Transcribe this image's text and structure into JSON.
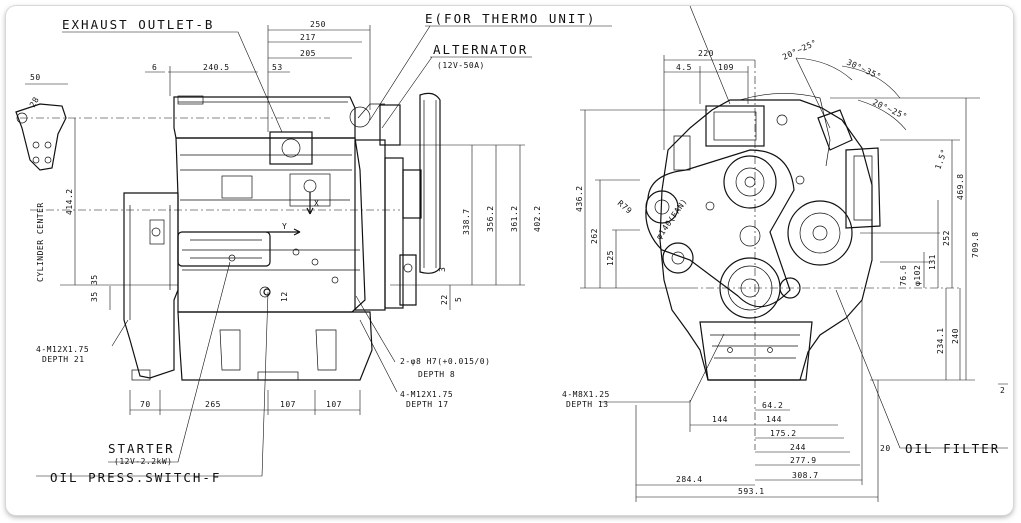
{
  "callouts": {
    "exhaust_outlet": "EXHAUST OUTLET-B",
    "thermo_unit": "E(FOR THERMO UNIT)",
    "alternator": "ALTERNATOR",
    "alternator_spec": "(12V-50A)",
    "starter": "STARTER",
    "starter_spec": "(12V-2.2kW)",
    "oil_press_switch": "OIL PRESS.SWITCH-F",
    "oil_filter": "OIL FILTER",
    "cylinder_center": "CYLINDER CENTER",
    "bolt_left": "4-M12X1.75",
    "depth_21": "DEPTH 21",
    "bolt_right": "4-M12X1.75",
    "depth_17": "DEPTH 17",
    "pin_hole": "2-φ8 H7(+0.015/0)",
    "depth_8": "DEPTH 8",
    "bolt_front": "4-M8X1.25",
    "depth_13": "DEPTH 13",
    "fan": "φ140(FAN)",
    "axis_x": "X",
    "axis_y": "Y"
  },
  "side_view": {
    "top_dims": [
      "250",
      "217",
      "205",
      "53",
      "240.5",
      "6",
      "50"
    ],
    "vertical_dims": [
      "414.2",
      "338.7",
      "356.2",
      "361.2",
      "402.2",
      "35",
      "35",
      "12",
      "3",
      "22",
      "5",
      "28"
    ],
    "bottom_dims": [
      "70",
      "265",
      "107",
      "107"
    ]
  },
  "front_view": {
    "top_dims": [
      "220",
      "4.5",
      "109"
    ],
    "angles": [
      "20°~25°",
      "30°~35°",
      "20°~25°",
      "1.5°"
    ],
    "left_dims": [
      "436.2",
      "262",
      "125",
      "R79"
    ],
    "right_dims": [
      "469.8",
      "709.8",
      "252",
      "131",
      "76.6",
      "φ102",
      "234.1",
      "240"
    ],
    "bottom_dims": [
      "144",
      "64.2",
      "144",
      "175.2",
      "244",
      "277.9",
      "308.7",
      "284.4",
      "593.1",
      "20",
      "2"
    ]
  }
}
